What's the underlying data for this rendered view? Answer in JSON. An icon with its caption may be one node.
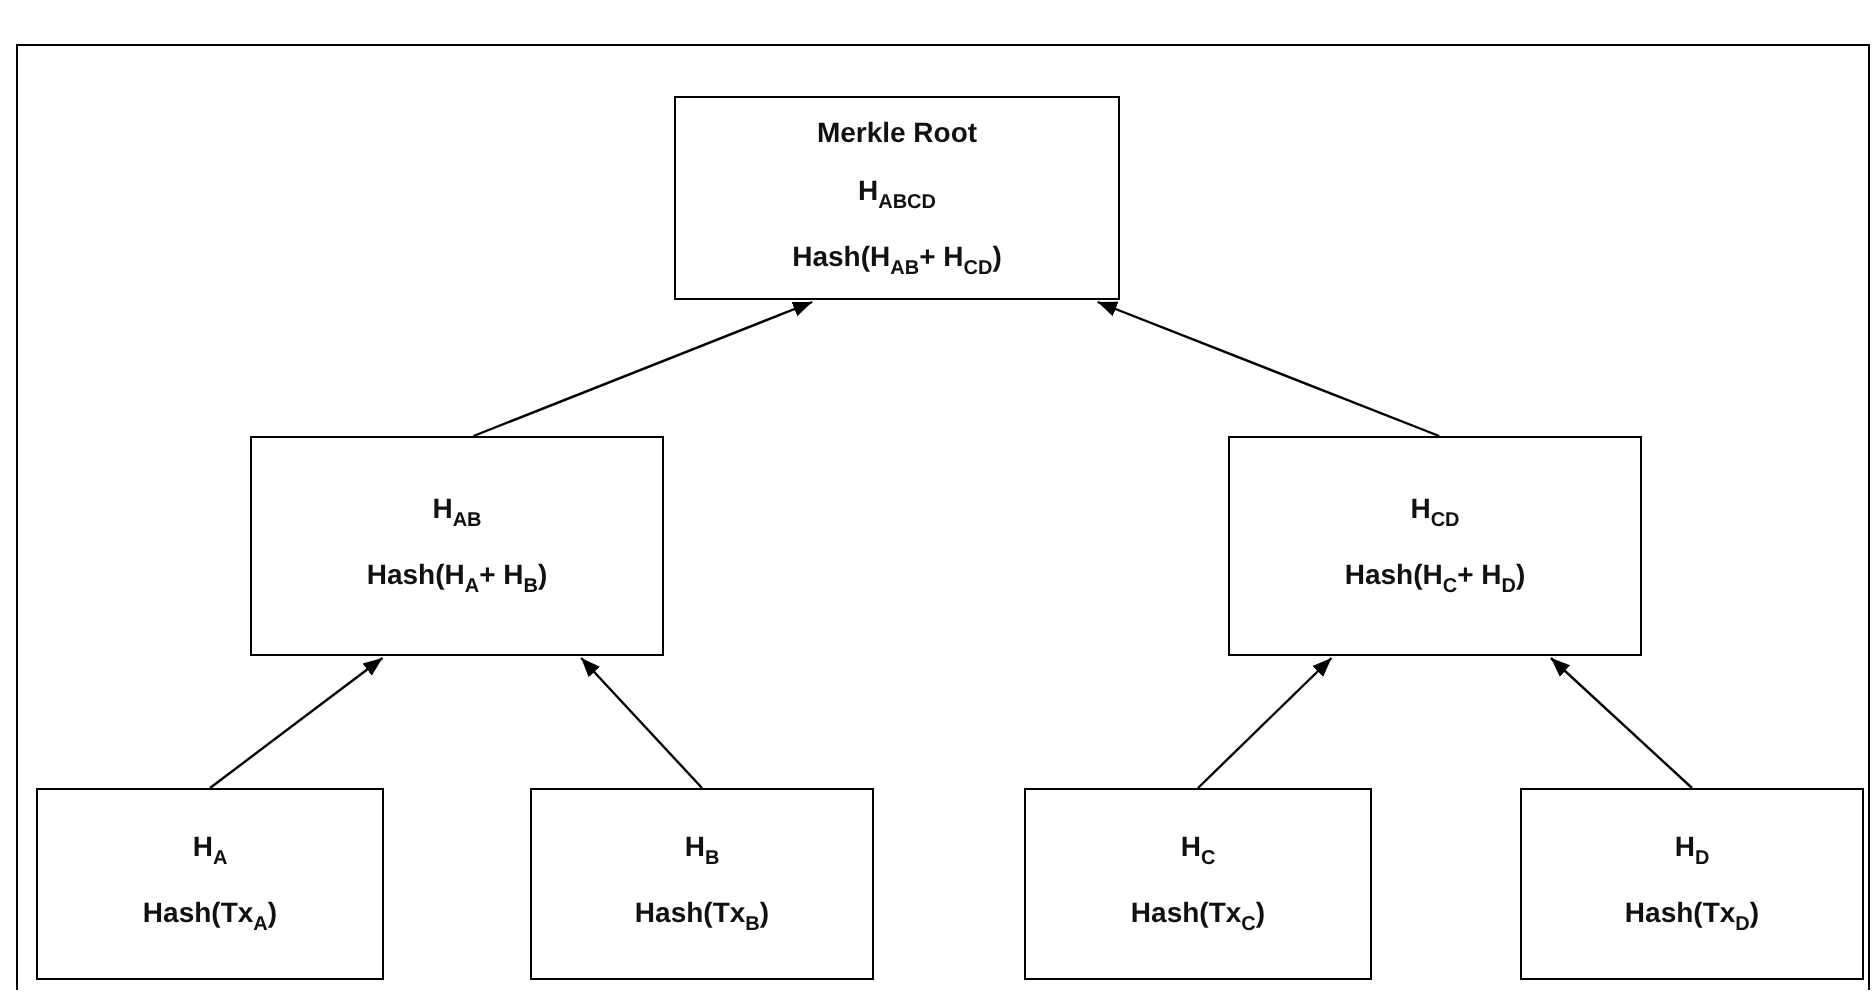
{
  "diagram": {
    "nodes": [
      {
        "text": [
          "Merkle Root",
          "H$_{ABCD}$",
          "Hash(H$_{AB}$+ H$_{CD}$)"
        ]
      },
      {
        "text": [
          "H$_{AB}$",
          "Hash(H$_{A}$+ H$_{B}$)"
        ]
      },
      {
        "text": [
          "H$_{CD}$",
          "Hash(H$_{C}$+ H$_{D}$)"
        ]
      },
      {
        "text": [
          "H$_{A}$",
          "Hash(Tx$_{A}$)"
        ]
      },
      {
        "text": [
          "H$_{B}$",
          "Hash(Tx$_{B}$)"
        ]
      },
      {
        "text": [
          "H$_{C}$",
          "Hash(Tx$_{C}$)"
        ]
      },
      {
        "text": [
          "H$_{D}$",
          "Hash(Tx$_{D}$)"
        ]
      }
    ],
    "edges": [
      {
        "from": 1,
        "to": 0,
        "arrow": "to"
      },
      {
        "from": 2,
        "to": 0,
        "arrow": "to"
      },
      {
        "from": 3,
        "to": 1,
        "arrow": "to"
      },
      {
        "from": 4,
        "to": 1,
        "arrow": "to"
      },
      {
        "from": 5,
        "to": 2,
        "arrow": "to"
      },
      {
        "from": 6,
        "to": 2,
        "arrow": "to"
      }
    ]
  }
}
